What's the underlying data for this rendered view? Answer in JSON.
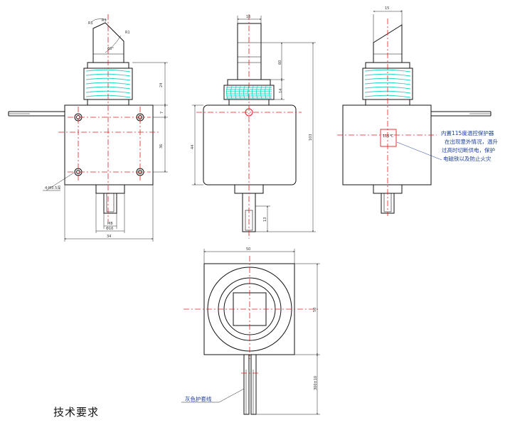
{
  "drawing": {
    "footer_title": "技术要求",
    "callouts": {
      "wire_sleeve": "灰色护套线",
      "thermal_note": [
        "内置115度温控保护器",
        "在出现意外情况，温升",
        "过高时切断供电，保护",
        "电磁铁以及防止火灾"
      ],
      "thermal_label": "115℃",
      "hole_note": "4-M3.5深"
    },
    "dimensions": {
      "front_angles": [
        "R1",
        "R1",
        "R1"
      ],
      "front_angle_deg": "60°",
      "front_right": [
        "24",
        "7",
        "36"
      ],
      "front_bottom": [
        "M8",
        "Φ16",
        "34"
      ],
      "side_top": "16",
      "side_right": [
        "60",
        "14",
        "44",
        "103"
      ],
      "side_bottom": "13",
      "back_top": "15",
      "bottom_view": [
        "50",
        "50",
        "300±10"
      ]
    },
    "colors": {
      "outline": "#111111",
      "centerline": "#e02020",
      "coil": "#1fd7c7",
      "dimension": "#222222",
      "note": "#1a3d9c",
      "thermal_box": "#e02020"
    }
  }
}
